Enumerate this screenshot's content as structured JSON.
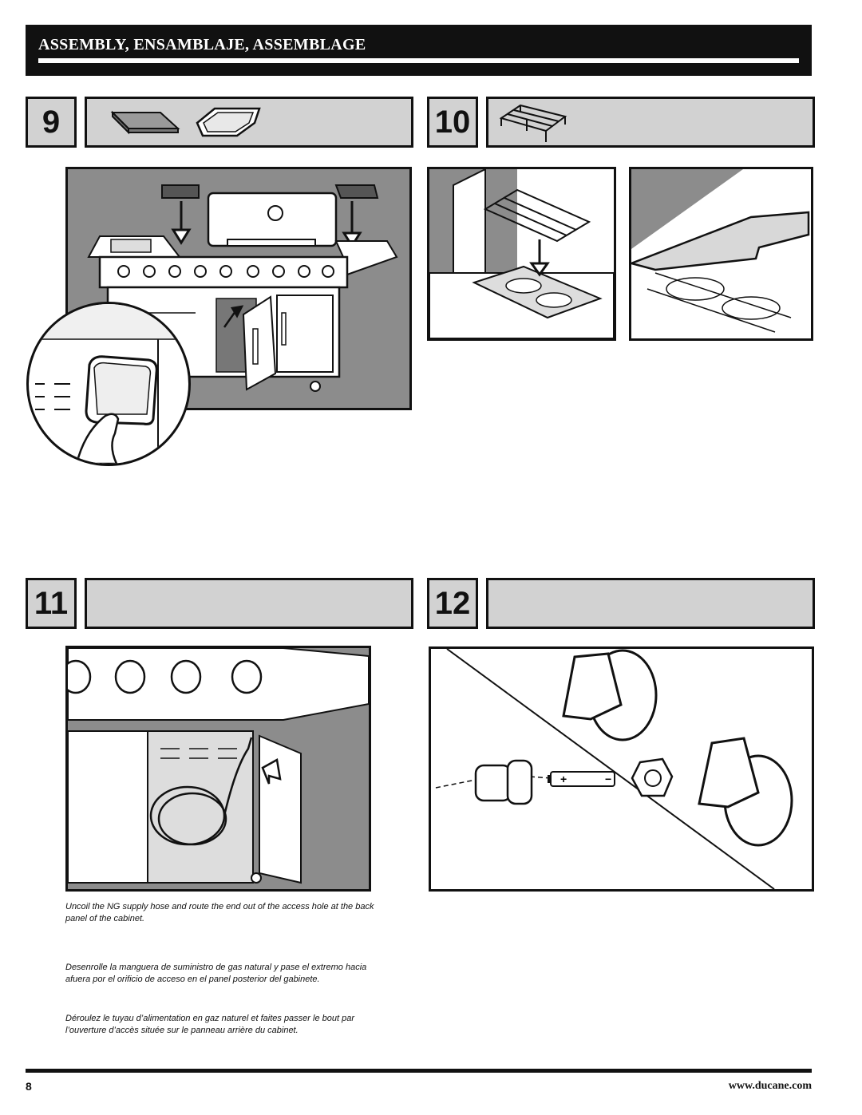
{
  "header": {
    "title": "ASSEMBLY, ENSAMBLAJE, ASSEMBLAGE"
  },
  "steps": [
    {
      "number": "9"
    },
    {
      "number": "10"
    },
    {
      "number": "11"
    },
    {
      "number": "12"
    }
  ],
  "step11": {
    "instructions": [
      "Uncoil the NG supply hose and route the end out of the access hole at the back panel of the cabinet.",
      "Desenrolle la manguera de suministro de gas natural y pase el extremo hacia afuera por el orificio de acceso en el panel posterior del gabinete.",
      "Déroulez le tuyau d’alimentation en gaz naturel et faites passer le bout par l’ouverture d’accès située sur le panneau arrière du cabinet."
    ]
  },
  "battery": {
    "plus": "+",
    "minus": "−"
  },
  "footer": {
    "page_number": "8",
    "url": "www.ducane.com"
  }
}
